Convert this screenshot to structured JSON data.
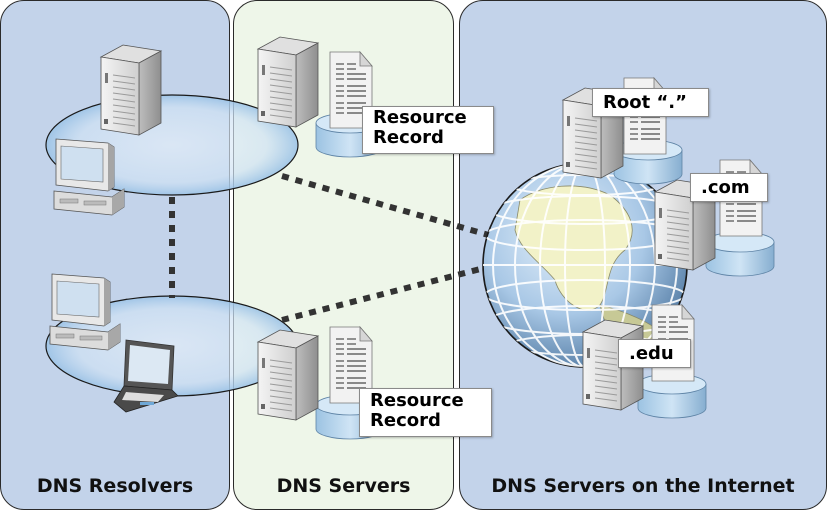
{
  "panels": {
    "resolvers": "DNS Resolvers",
    "servers": "DNS Servers",
    "internet": "DNS Servers on the Internet"
  },
  "labels": {
    "rr_top_line1": "Resource",
    "rr_top_line2": "Record",
    "rr_bottom_line1": "Resource",
    "rr_bottom_line2": "Record",
    "root": "Root “.”",
    "com": ".com",
    "edu": ".edu"
  },
  "colors": {
    "panel_blue": "#c3d3ea",
    "panel_green": "#eef6e9",
    "link": "#333333"
  }
}
